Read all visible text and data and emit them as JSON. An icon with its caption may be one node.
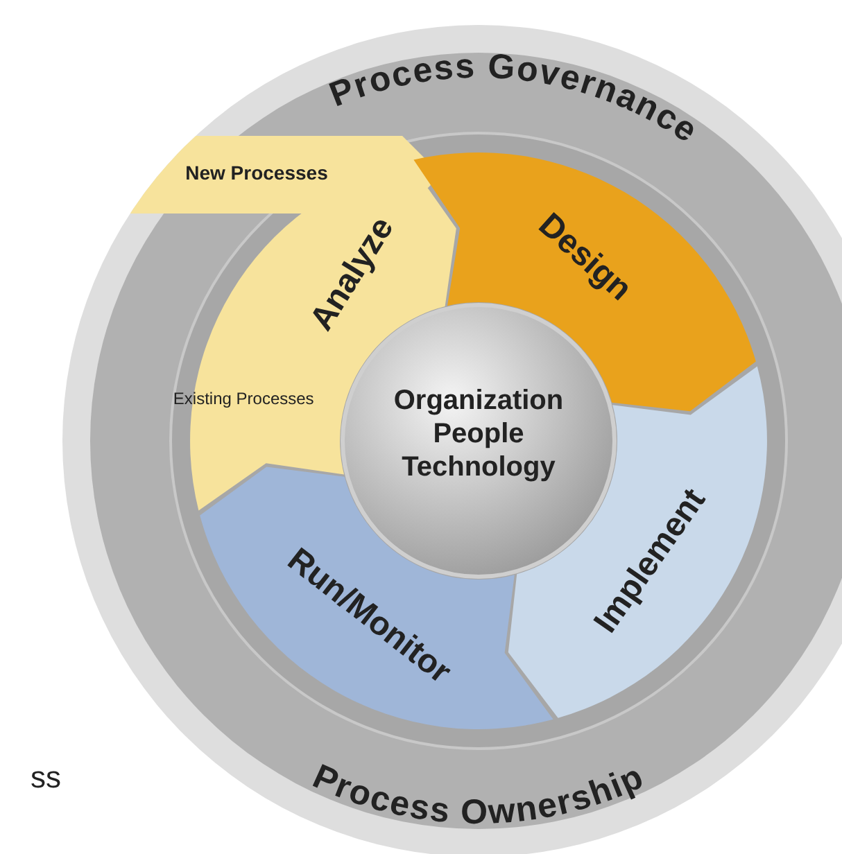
{
  "diagram": {
    "nodes": [
      {
        "text": [
          "Process Governance",
          "Process Ownership"
        ]
      },
      {
        "text": [
          "Analyze",
          "New Processes",
          "Existing Processes"
        ],
        "in": 0
      },
      {
        "text": [
          "Design"
        ],
        "in": 0
      },
      {
        "text": [
          "Implement"
        ],
        "in": 0
      },
      {
        "text": [
          "Run/Monitor"
        ],
        "in": 0
      },
      {
        "text": [
          "Organization People Technology"
        ],
        "in": 0
      }
    ],
    "edges": [],
    "labels": [
      "ss"
    ]
  }
}
